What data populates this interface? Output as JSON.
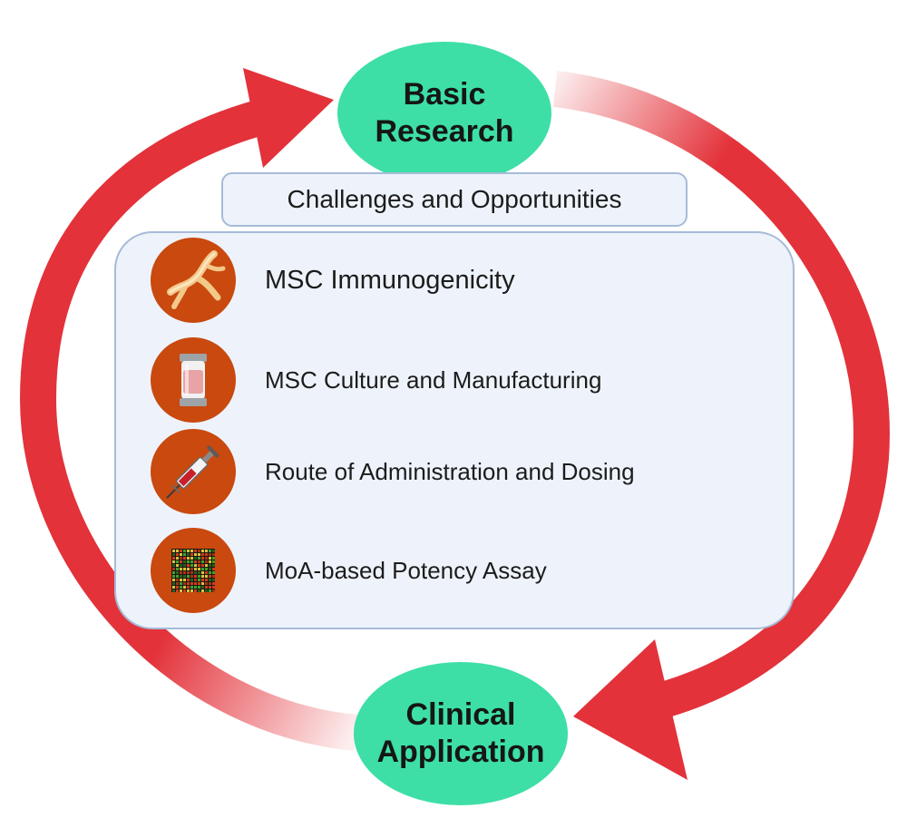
{
  "nodes": {
    "basic_research": {
      "line1": "Basic",
      "line2": "Research"
    },
    "clinical_application": {
      "line1": "Clinical",
      "line2": "Application"
    }
  },
  "header": {
    "title": "Challenges and Opportunities"
  },
  "items": [
    {
      "label": "MSC Immunogenicity",
      "icon": "immune-cell-icon"
    },
    {
      "label": "MSC Culture and Manufacturing",
      "icon": "bioreactor-icon"
    },
    {
      "label": "Route of Administration and Dosing",
      "icon": "syringe-icon"
    },
    {
      "label": "MoA-based Potency Assay",
      "icon": "microarray-icon"
    }
  ],
  "colors": {
    "arrow": "#e3323a",
    "node": "#3ddfa6",
    "panel_fill": "#eef3fb",
    "panel_border": "#a6bbd8",
    "icon_circle": "#c9490f"
  }
}
